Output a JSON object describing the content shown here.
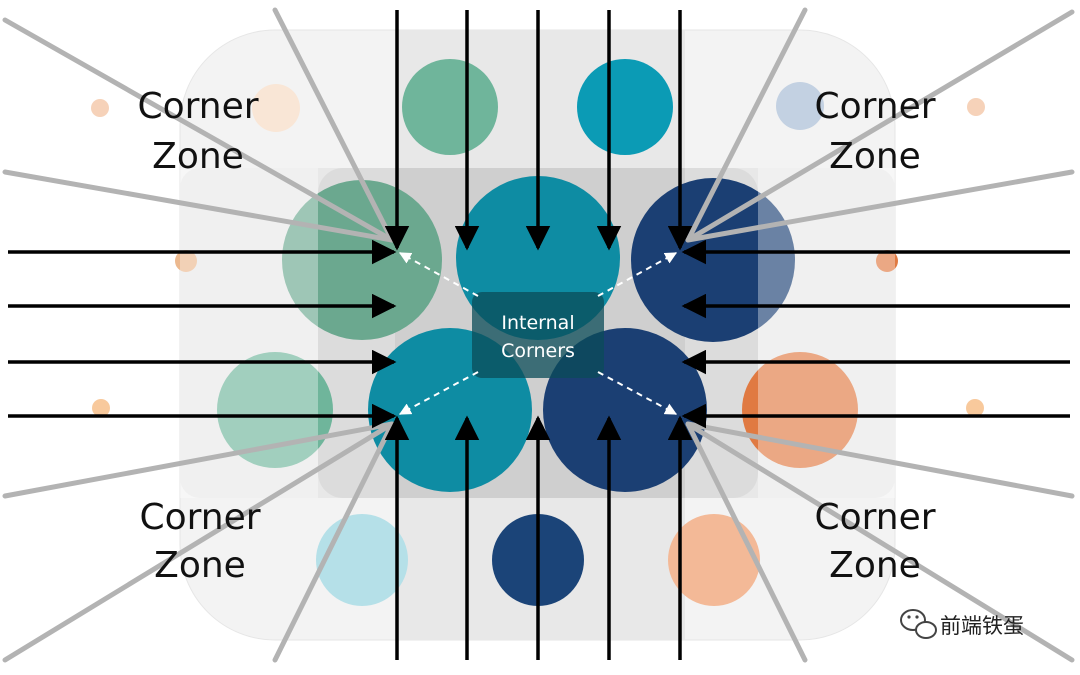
{
  "labels": {
    "corner_top_left": [
      "Corner",
      "Zone"
    ],
    "corner_top_right": [
      "Corner",
      "Zone"
    ],
    "corner_bottom_left": [
      "Corner",
      "Zone"
    ],
    "corner_bottom_right": [
      "Corner",
      "Zone"
    ],
    "internal_corners": [
      "Internal",
      "Corners"
    ]
  },
  "watermark": {
    "text": "前端铁蛋",
    "icon": "wechat-icon"
  },
  "colors": {
    "green": "#6fb59b",
    "teal": "#0e8ca3",
    "navy": "#1b3f73",
    "orange": "#e07a42",
    "peach": "#f6d2b9",
    "light_cyan": "#b5e0e8",
    "light_blue": "#b9cbe0"
  }
}
